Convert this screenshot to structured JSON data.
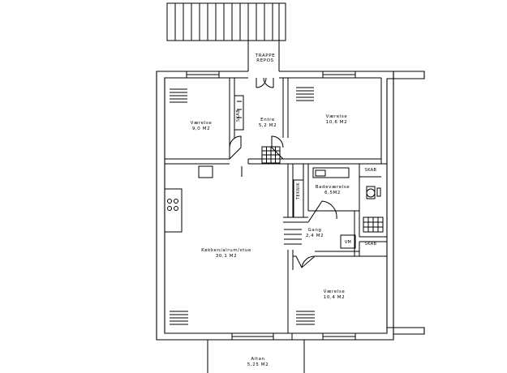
{
  "rooms": {
    "landing": {
      "name": "TRAPPE",
      "area": "REPOS"
    },
    "bedroom_nw": {
      "name": "Værelse",
      "area": "9,0 M2"
    },
    "entrance": {
      "name": "Entre",
      "area": "5,2 M2"
    },
    "bedroom_ne": {
      "name": "Værelse",
      "area": "10,6 M2"
    },
    "kitchen": {
      "name": "Køkken/alrum/stue",
      "area": "30,1 M2"
    },
    "bathroom": {
      "name": "Badeværelse",
      "area": "6,5M2"
    },
    "hall": {
      "name": "Gang",
      "area": "2,4 M2"
    },
    "bedroom_se": {
      "name": "Værelse",
      "area": "10,4 M2"
    },
    "balcony": {
      "name": "Altan",
      "area": "5,25 M2"
    }
  },
  "fixtures": {
    "closet_entrance": "SKAB",
    "closet_bath": "SKAB",
    "closet_hall": "SKAB",
    "technical": "TEKNIK",
    "washer": "VM"
  }
}
